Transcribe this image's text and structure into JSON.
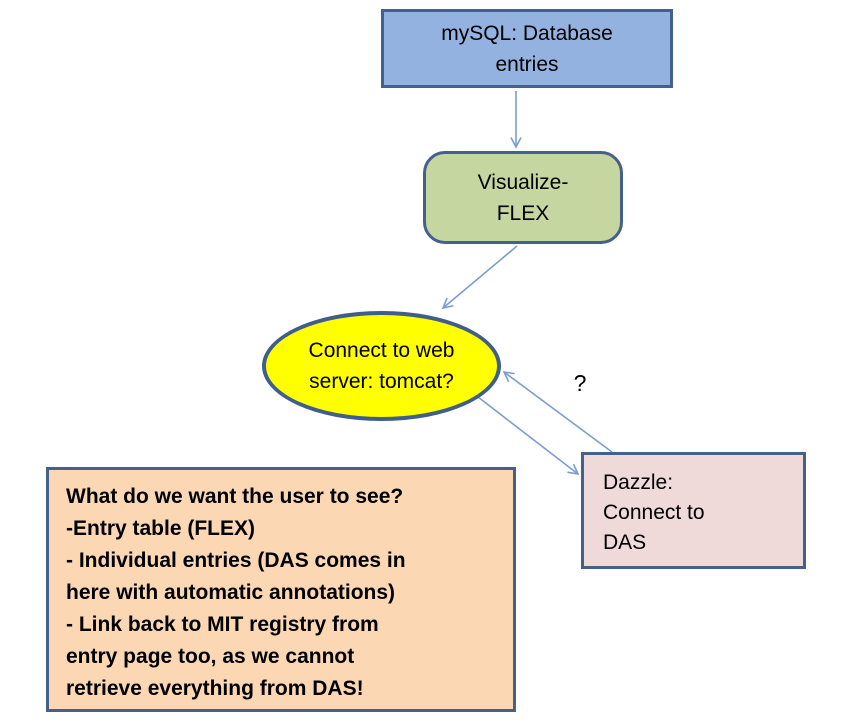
{
  "diagram": {
    "nodes": {
      "mysql": {
        "shape": "rectangle",
        "fill": "#93B2DF",
        "border": "#44618E",
        "lines": [
          "mySQL: Database",
          "entries"
        ]
      },
      "visualize": {
        "shape": "rounded-rectangle",
        "fill": "#C6D6A0",
        "border": "#44618E",
        "lines": [
          "Visualize-",
          "FLEX"
        ]
      },
      "tomcat": {
        "shape": "ellipse",
        "fill": "#FFFF00",
        "border": "#3F5E8C",
        "lines": [
          "Connect to web",
          "server: tomcat?"
        ]
      },
      "dazzle": {
        "shape": "rectangle",
        "fill": "#F0D9D9",
        "border": "#44618E",
        "lines": [
          "Dazzle:",
          "Connect to",
          "DAS"
        ]
      },
      "note": {
        "shape": "rectangle",
        "fill": "#FCD7B4",
        "border": "#44618E",
        "bold": true,
        "lines": [
          "What do we want the user to see?",
          "-Entry table (FLEX)",
          "- Individual entries (DAS comes in",
          "here with automatic annotations)",
          "- Link back to MIT registry from",
          "entry page too, as we cannot",
          "retrieve everything from DAS!"
        ]
      }
    },
    "labels": {
      "question_mark": "?"
    },
    "connections": [
      {
        "from": "mysql",
        "to": "visualize"
      },
      {
        "from": "visualize",
        "to": "tomcat"
      },
      {
        "from": "dazzle",
        "to": "tomcat"
      },
      {
        "from": "tomcat",
        "to": "dazzle",
        "label": "?"
      }
    ],
    "colors": {
      "background": "#FFFFFF",
      "arrow": "#7C9CD0",
      "text": "#000000"
    }
  }
}
